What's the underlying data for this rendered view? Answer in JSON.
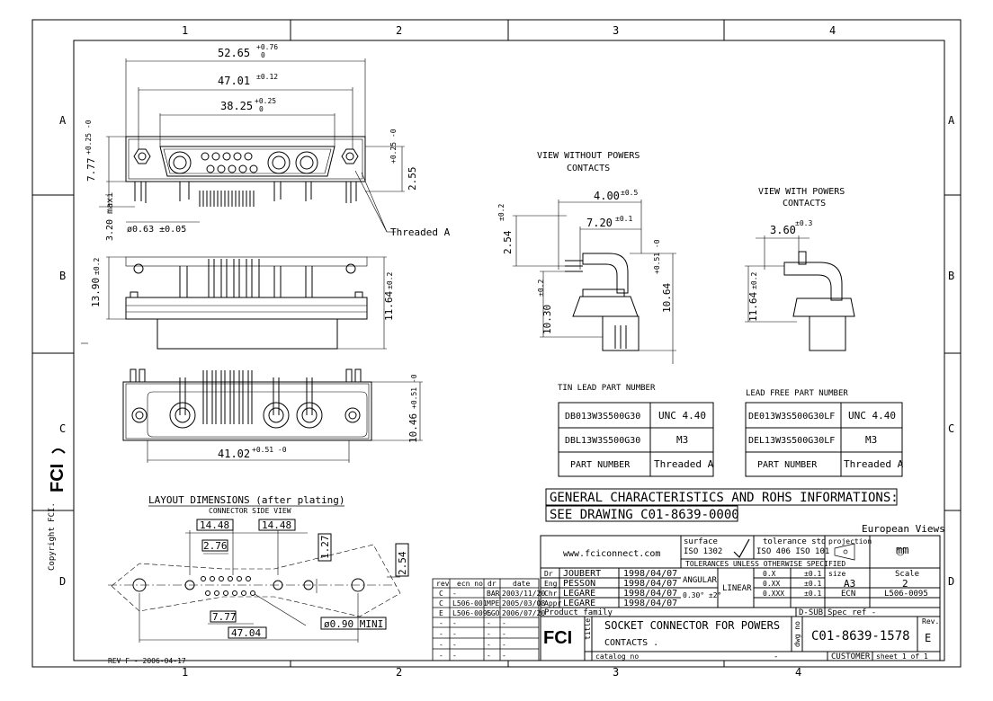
{
  "frame": {
    "cols": [
      "1",
      "2",
      "3",
      "4"
    ],
    "rows": [
      "A",
      "B",
      "C",
      "D"
    ],
    "copyright": "Copyright FCI."
  },
  "dims": {
    "d1": "52.65",
    "d1_tol_up": "+0.76",
    "d1_tol_dn": "0",
    "d2": "47.01",
    "d2_tol": "±0.12",
    "d3": "38.25",
    "d3_tol_up": "+0.25",
    "d3_tol_dn": "0",
    "d_777": "7.77",
    "d_777_tol": "+0.25 -0",
    "d_255": "2.55",
    "d_255_tol": "+0.25 -0",
    "d_320": "3.20 maxi",
    "d_063": "ø0.63 ±0.05",
    "threaded": "Threaded A",
    "d_1390": "13.90",
    "d_1390_tol": "±0.2",
    "d_1164": "11.64",
    "d_1164_tol": "±0.2",
    "d_1046": "10.46",
    "d_1046_tol": "+0.51 -0",
    "d_4102": "41.02",
    "d_4102_tol": "+0.51 -0"
  },
  "view_without": {
    "title_l1": "VIEW WITHOUT POWERS",
    "title_l2": "CONTACTS",
    "d_400": "4.00",
    "d_400_tol": "±0.5",
    "d_720": "7.20",
    "d_720_tol": "±0.1",
    "d_254": "2.54",
    "d_254_tol": "±0.2",
    "d_1064": "10.64",
    "d_1064_tol": "+0.51 -0",
    "d_1030": "10.30",
    "d_1030_tol": "±0.2"
  },
  "view_with": {
    "title_l1": "VIEW WITH POWERS",
    "title_l2": "CONTACTS",
    "d_360": "3.60",
    "d_360_tol": "±0.3",
    "d_1164": "11.64",
    "d_1164_tol": "±0.2"
  },
  "tin_table": {
    "title": "TIN LEAD PART NUMBER",
    "rows": [
      [
        "DB013W3S500G30",
        "UNC 4.40"
      ],
      [
        "DBL13W3S500G30",
        "M3"
      ],
      [
        "PART   NUMBER",
        "Threaded A"
      ]
    ]
  },
  "lead_free_table": {
    "title": "LEAD FREE PART NUMBER",
    "rows": [
      [
        "DE013W3S500G30LF",
        "UNC 4.40"
      ],
      [
        "DEL13W3S500G30LF",
        "M3"
      ],
      [
        "PART   NUMBER",
        "Threaded A"
      ]
    ]
  },
  "general": {
    "line1": "GENERAL CHARACTERISTICS AND ROHS INFORMATIONS:",
    "line2": "SEE DRAWING C01-8639-0000"
  },
  "layout": {
    "title": "LAYOUT DIMENSIONS (after plating)",
    "subtitle": "CONNECTOR SIDE VIEW",
    "d_1448a": "14.48",
    "d_1448b": "14.48",
    "d_276": "2.76",
    "d_127": "1.27",
    "d_254": "2.54",
    "d_777": "7.77",
    "d_090": "ø0.90 MINI",
    "d_4704": "47.04"
  },
  "title_block": {
    "european": "European Views",
    "website": "www.fciconnect.com",
    "surface": "surface",
    "surface_val": "ISO 1302",
    "tolerance": "tolerance std",
    "tolerance_val": "ISO 406  ISO 101",
    "tol_note": "TOLERANCES UNLESS OTHERWISE SPECIFIED",
    "projection": "projection",
    "unit": "mm",
    "staff": [
      [
        "Dr",
        "JOUBERT",
        "1998/04/07"
      ],
      [
        "Eng",
        "PESSON",
        "1998/04/07"
      ],
      [
        "Chr",
        "LEGARE",
        "1998/04/07"
      ],
      [
        "Appr",
        "LEGARE",
        "1998/04/07"
      ]
    ],
    "angular": "ANGULAR",
    "angular_val": "0.30°  ±2°",
    "linear": "LINEAR",
    "lin_rows": [
      [
        "0.X",
        "±0.1"
      ],
      [
        "0.XX",
        "±0.1"
      ],
      [
        "0.XXX",
        "±0.1"
      ]
    ],
    "size_label": "size",
    "size_val": "A3",
    "scale_label": "Scale",
    "scale_val": "2",
    "ecn_label": "ECN",
    "ecn_val": "L506-0095",
    "family_label": "Product family",
    "family_val": "D-SUB",
    "spec_ref": "Spec ref  -",
    "title_label": "title",
    "title_l1": "SOCKET CONNECTOR  FOR POWERS",
    "title_l2": "CONTACTS .",
    "dwg_label": "dwg no",
    "dwg_no": "C01-8639-1578",
    "rev_label": "Rev.",
    "rev_val": "E",
    "catalog": "catalog no",
    "catalog_val": "-",
    "customer": "CUSTOMER",
    "sheet": "sheet  1 of  1"
  },
  "rev_table": {
    "headers": [
      "rev",
      "ecn no",
      "dr",
      "date"
    ],
    "rows": [
      [
        "C",
        "-",
        "BAR",
        "2003/11/20"
      ],
      [
        "C",
        "L506-001",
        "MPE",
        "2005/03/08"
      ],
      [
        "E",
        "L506-0095",
        "LGO",
        "2006/07/20"
      ],
      [
        "-",
        "-",
        "-",
        "-"
      ],
      [
        "-",
        "-",
        "-",
        "-"
      ],
      [
        "-",
        "-",
        "-",
        "-"
      ],
      [
        "-",
        "-",
        "-",
        "-"
      ]
    ]
  },
  "footer_rev": "REV F - 2006-04-17"
}
